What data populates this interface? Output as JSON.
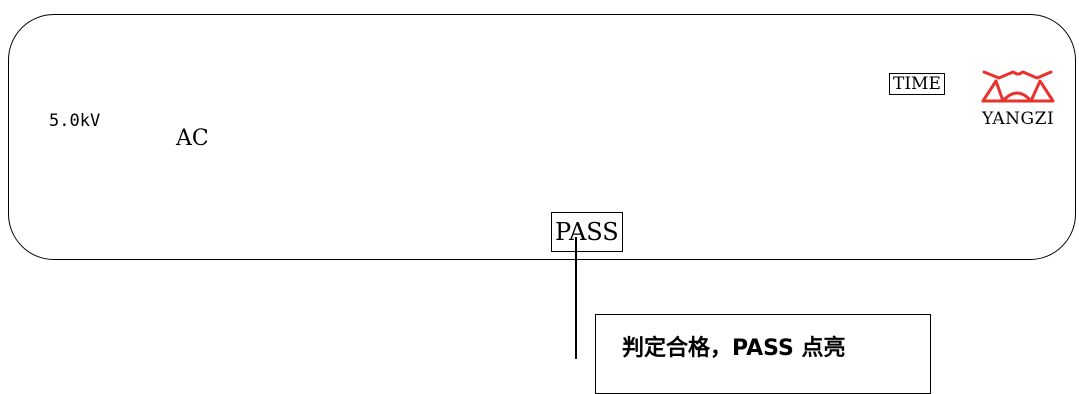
{
  "display": {
    "voltage": "5.0kV",
    "mode": "AC",
    "time_label": "TIME",
    "pass_indicator": "PASS"
  },
  "brand": {
    "name": "YANGZI",
    "logo_icon": "yangzi-logo-icon",
    "logo_color": "#e8322c"
  },
  "annotation": {
    "callout": "判定合格，PASS 点亮"
  }
}
